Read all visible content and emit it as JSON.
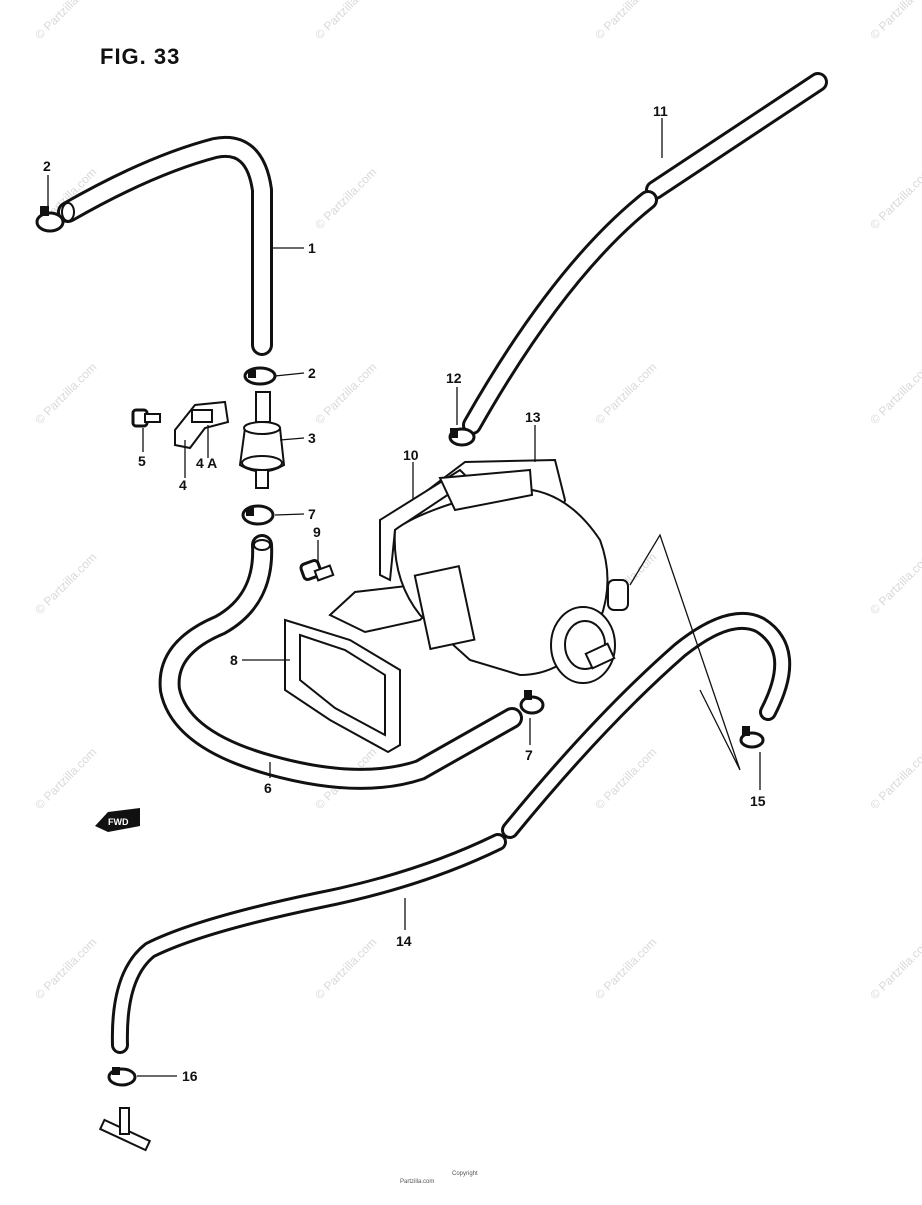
{
  "figure": {
    "title": "FIG. 33"
  },
  "watermark": {
    "text": "© Partzilla.com"
  },
  "callouts": {
    "c1": "1",
    "c2a": "2",
    "c2b": "2",
    "c3": "3",
    "c4": "4",
    "c4a": "4 A",
    "c5": "5",
    "c6": "6",
    "c7a": "7",
    "c7b": "7",
    "c8": "8",
    "c9": "9",
    "c10": "10",
    "c11": "11",
    "c12": "12",
    "c13": "13",
    "c14": "14",
    "c15": "15",
    "c16": "16"
  },
  "fwd_label": "FWD",
  "footer": {
    "line1": "Copyright",
    "line2": "Partzilla.com"
  }
}
